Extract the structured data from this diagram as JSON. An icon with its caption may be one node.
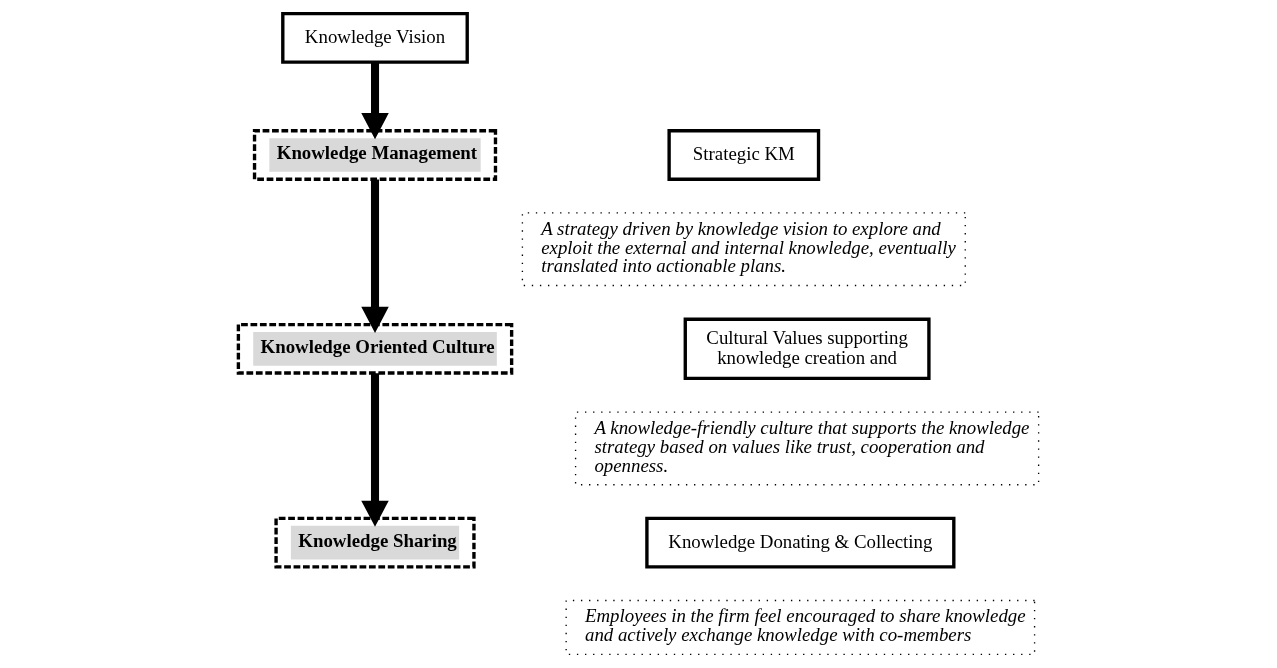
{
  "diagram": {
    "nodes": [
      {
        "text": [
          "Knowledge Vision"
        ]
      },
      {
        "text": [
          "Knowledge Management"
        ]
      },
      {
        "text": [
          "Strategic KM"
        ]
      },
      {
        "text": [
          "A strategy driven by knowledge vision to explore and exploit the external and internal knowledge, eventually translated into actionable plans."
        ]
      },
      {
        "text": [
          "Knowledge Oriented Culture"
        ]
      },
      {
        "text": [
          "Cultural Values supporting knowledge creation and"
        ]
      },
      {
        "text": [
          "A knowledge-friendly culture that supports the knowledge strategy based on values like trust, cooperation and openness."
        ]
      },
      {
        "text": [
          "Knowledge Sharing"
        ]
      },
      {
        "text": [
          "Knowledge Donating & Collecting"
        ]
      },
      {
        "text": [
          "Employees in the firm feel encouraged to share knowledge and actively exchange knowledge with co-members"
        ]
      }
    ],
    "edges": [
      {
        "from": 0,
        "to": 1,
        "arrow": "to"
      },
      {
        "from": 1,
        "to": 4,
        "arrow": "to"
      },
      {
        "from": 4,
        "to": 7,
        "arrow": "to"
      }
    ]
  }
}
